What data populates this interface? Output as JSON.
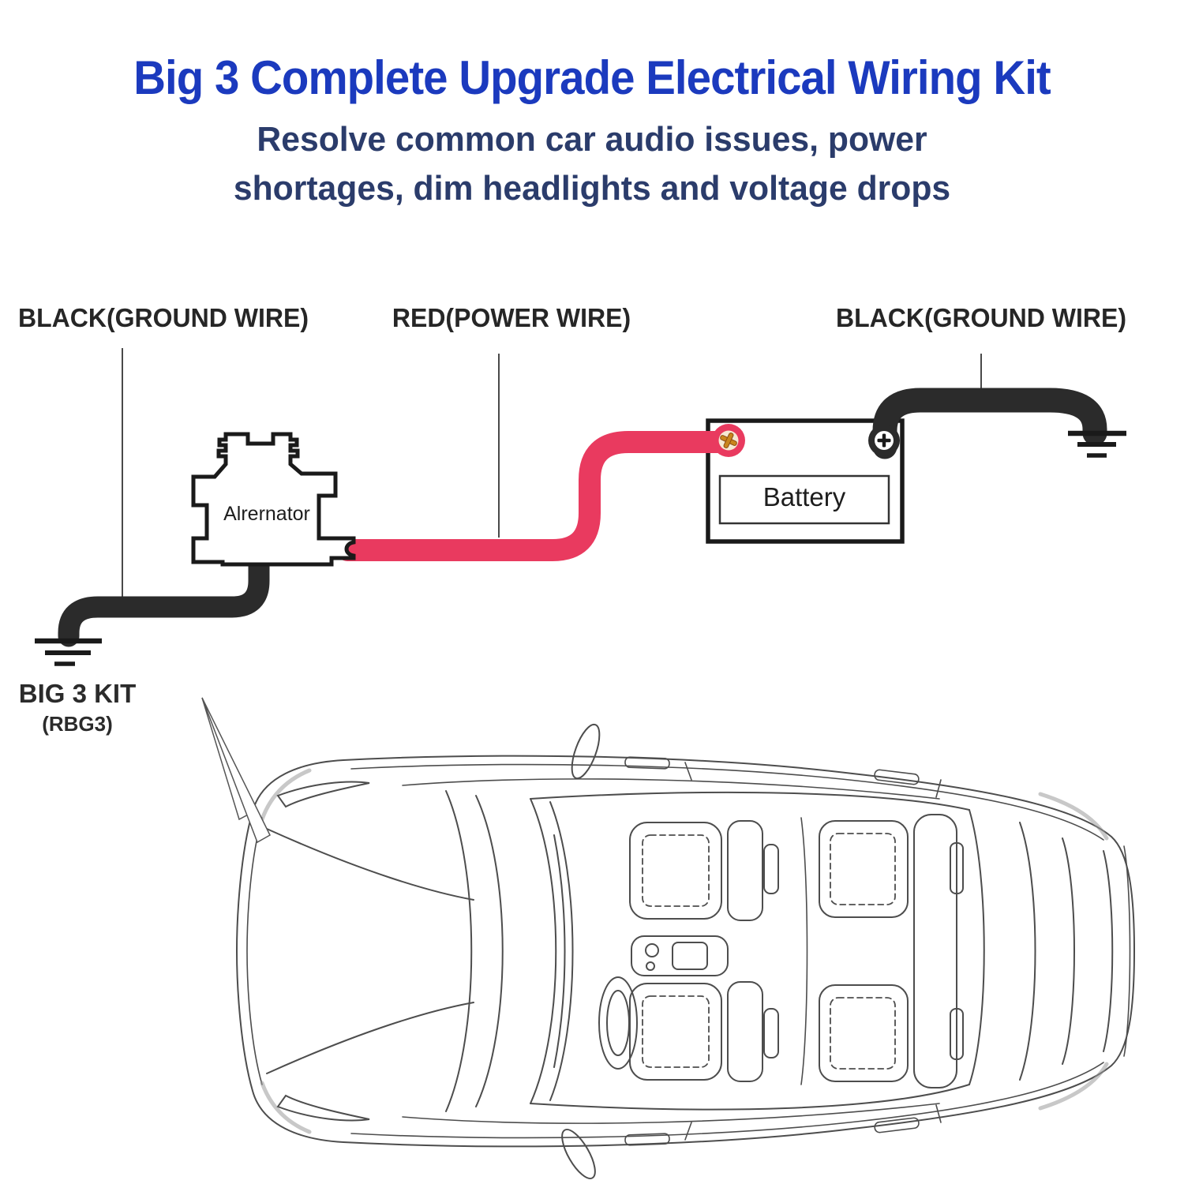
{
  "header": {
    "title": "Big 3 Complete Upgrade Electrical Wiring Kit",
    "subtitle_line1": "Resolve common car audio issues, power",
    "subtitle_line2": "shortages, dim headlights and voltage drops"
  },
  "diagram": {
    "labels": {
      "ground_left": "BLACK(GROUND WIRE)",
      "power": "RED(POWER WIRE)",
      "ground_right": "BLACK(GROUND WIRE)"
    },
    "alternator_label": "Alrernator",
    "battery_label": "Battery",
    "kit_label": "BIG 3 KIT",
    "kit_model": "(RBG3)",
    "colors": {
      "title_blue": "#1b3abe",
      "subtitle_navy": "#2b3c6b",
      "power_wire_red": "#e93a5f",
      "ground_wire_black": "#2b2b2b",
      "outline_black": "#1a1a1a",
      "line_art_gray": "#4d4d4d",
      "terminal_screw_orange": "#c9851d"
    }
  }
}
